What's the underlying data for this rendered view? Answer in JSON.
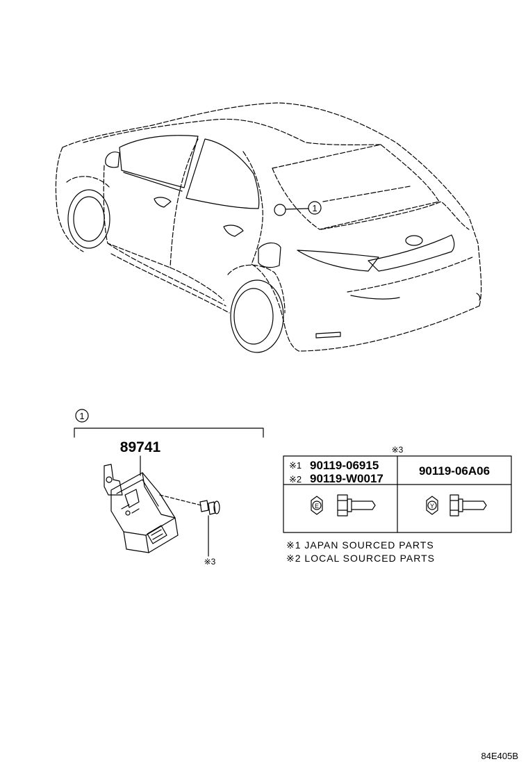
{
  "callout": {
    "number": "1"
  },
  "part": {
    "number": "89741"
  },
  "bolt_table": {
    "ref_mark": "※3",
    "left_lines": [
      {
        "mark": "※1",
        "part": "90119-06915"
      },
      {
        "mark": "※2",
        "part": "90119-W0017"
      }
    ],
    "right_part": "90119-06A06",
    "left_head_letter": "E",
    "right_head_letter": "Y"
  },
  "bolt_ref": "※3",
  "notes": [
    "※1 JAPAN SOURCED PARTS",
    "※2 LOCAL SOURCED PARTS"
  ],
  "diagram_code": "84E405B"
}
